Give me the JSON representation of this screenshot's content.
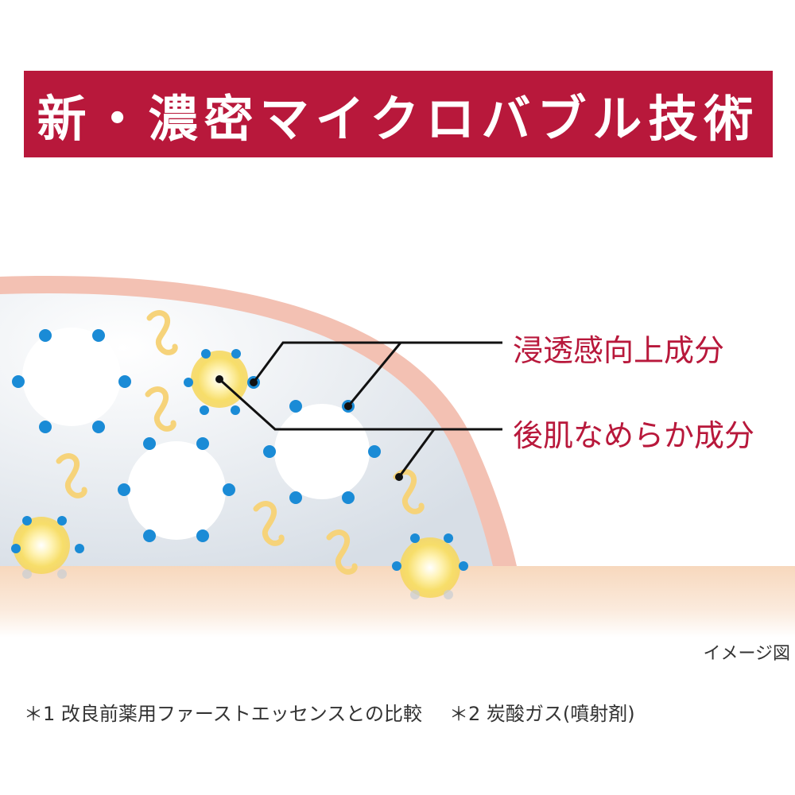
{
  "banner": {
    "title": "新・濃密マイクロバブル技術"
  },
  "labels": {
    "penetration": "浸透感向上成分",
    "smoothing": "後肌なめらか成分"
  },
  "caption": "イメージ図",
  "footnotes": {
    "note1": "＊1  改良前薬用ファーストエッセンスとの比較",
    "note2": "＊2  炭酸ガス(噴射剤)"
  },
  "colors": {
    "accent": "#b8183b",
    "dot_blue": "#1a8bd6",
    "squiggle": "#f6d37a",
    "bubble_glow": "#f7e27a",
    "skin": "#f7d9c0",
    "dome_rim": "#f2b7a8",
    "dome_fill": "#dde3ea"
  }
}
